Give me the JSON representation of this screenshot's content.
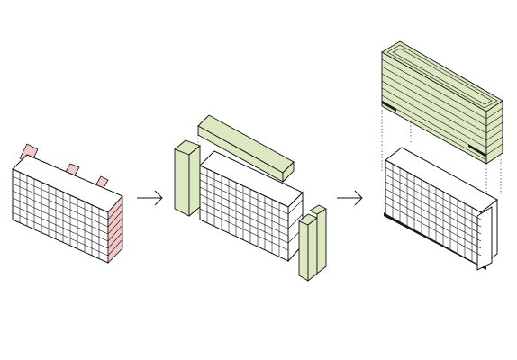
{
  "diagram": {
    "steps": [
      {
        "label": "existing-building",
        "highlight": "#f2c9c9"
      },
      {
        "label": "addition-volumes",
        "highlight": "#dbe8c2"
      },
      {
        "label": "final-building",
        "highlight": "#dbe8c2"
      }
    ],
    "colors": {
      "stroke": "#111111",
      "facade": "#ffffff",
      "pink": "#f2c9c9",
      "green": "#dbe8c2",
      "shadow": "#1a1a1a"
    },
    "icons": [
      "arrow-right-icon",
      "arrow-right-icon"
    ]
  }
}
